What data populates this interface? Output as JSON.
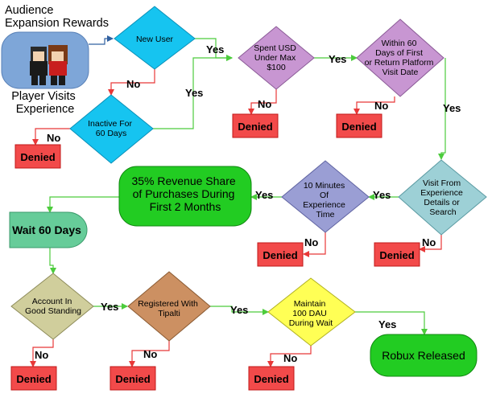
{
  "title": [
    "Audience",
    "Expansion Rewards"
  ],
  "start_label": [
    "Player Visits",
    "Experience"
  ],
  "colors": {
    "denied_fill": "#f24a4a",
    "denied_stroke": "#c01818",
    "line_red": "#e83838",
    "line_green": "#4ccc3c",
    "line_blue": "#3060a0",
    "decision_cyan": "#16c4f0",
    "decision_lavender": "#c896d2",
    "decision_periwinkle": "#9a9ed4",
    "decision_teal": "#9dd0d6",
    "decision_khaki": "#d0ce9c",
    "decision_brown": "#cc9062",
    "decision_yellow": "#ffff55",
    "result_green": "#22cc22",
    "wait_green": "#66cc99",
    "start_blue": "#7ea6d8"
  },
  "nodes": {
    "new_user": [
      "New User"
    ],
    "inactive": [
      "Inactive For",
      "60 Days"
    ],
    "spent": [
      "Spent USD",
      "Under Max",
      "$100"
    ],
    "within60": [
      "Within 60",
      "Days of First",
      "or Return Platform",
      "Visit Date"
    ],
    "visit_from": [
      "Visit From",
      "Experience",
      "Details or",
      "Search"
    ],
    "ten_min": [
      "10 Minutes",
      "Of",
      "Experience",
      "Time"
    ],
    "revenue": [
      "35% Revenue Share",
      "of Purchases During",
      "First 2 Months"
    ],
    "wait": [
      "Wait 60 Days"
    ],
    "good_standing": [
      "Account In",
      "Good Standing"
    ],
    "tipalti": [
      "Registered With",
      "Tipalti"
    ],
    "maintain": [
      "Maintain",
      "100 DAU",
      "During Wait"
    ],
    "robux": [
      "Robux Released"
    ]
  },
  "denied_label": "Denied",
  "yes_label": "Yes",
  "no_label": "No"
}
